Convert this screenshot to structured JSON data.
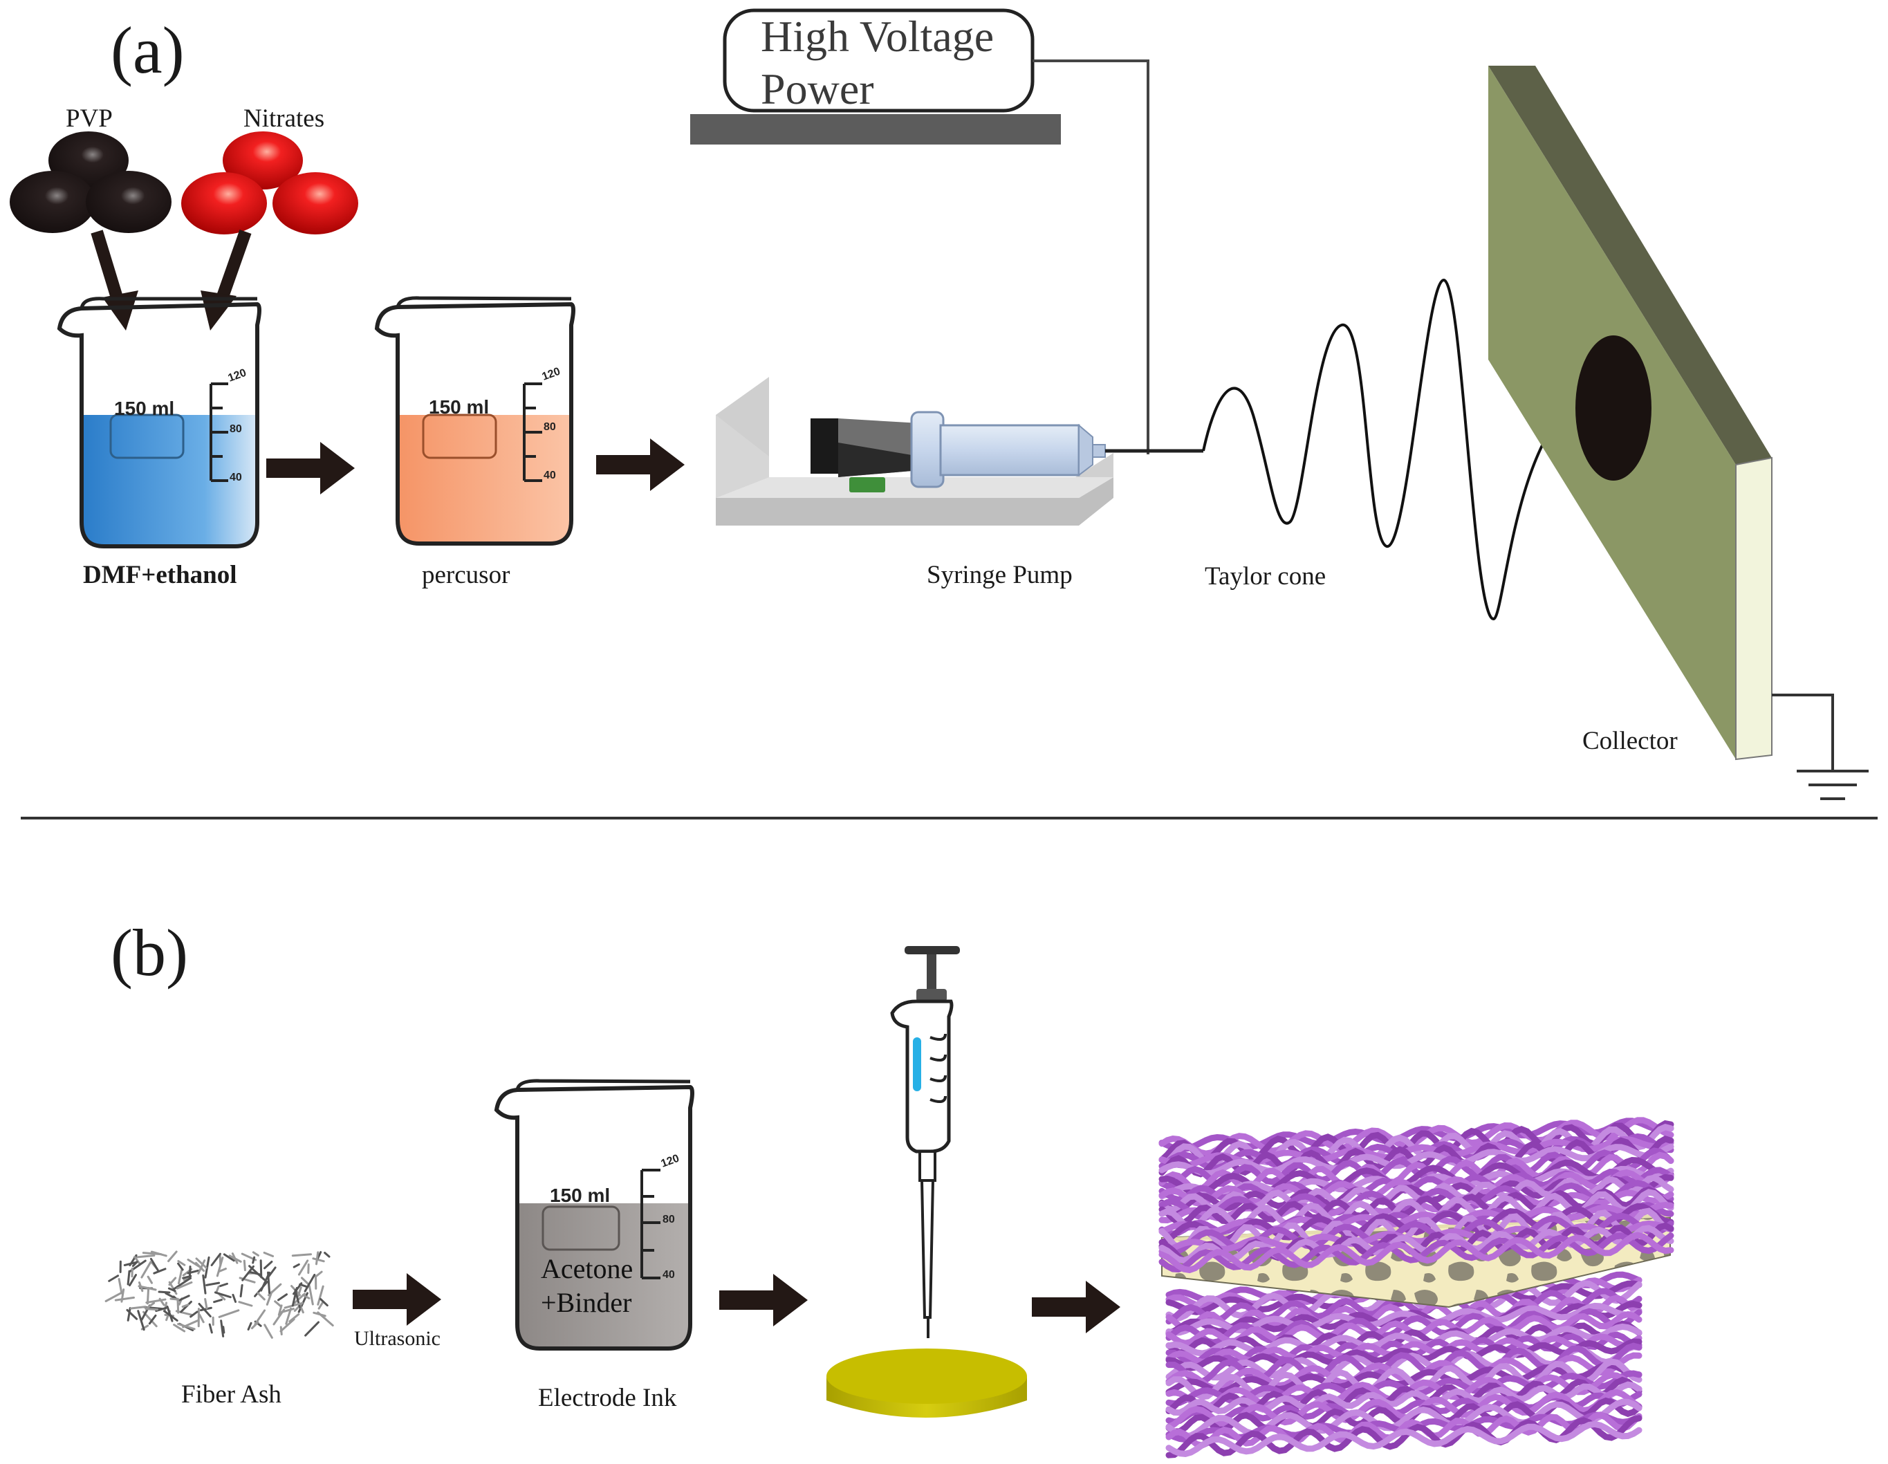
{
  "panel_a": {
    "letter": "(a)",
    "reagents": {
      "pvp": "PVP",
      "nitrates": "Nitrates"
    },
    "beaker_volume": "150 ml",
    "scale_marks": [
      "120",
      "80",
      "40"
    ],
    "solvent_label": "DMF+ethanol",
    "precursor_label": "percusor",
    "power_supply": {
      "line1": "High Voltage",
      "line2": "Power"
    },
    "syringe_pump_label": "Syringe Pump",
    "taylor_cone_label": "Taylor cone",
    "collector_label": "Collector"
  },
  "panel_b": {
    "letter": "(b)",
    "fiber_ash_label": "Fiber Ash",
    "ultrasonic_label": "Ultrasonic",
    "beaker_volume": "150 ml",
    "scale_marks": [
      "120",
      "80",
      "40"
    ],
    "ink_line1": "Acetone",
    "ink_line2": "+Binder",
    "electrode_ink_label": "Electrode Ink"
  },
  "colors": {
    "solution_blue": "#3b8fd6",
    "precursor_orange": "#f59f73",
    "ink_gray": "#9a9593",
    "nitrate_red": "#e01010",
    "pvp_black": "#1c1414",
    "collector_green": "#8a9664",
    "fiber_purple": "#a456c8",
    "substrate_yellow": "#c9c000"
  }
}
